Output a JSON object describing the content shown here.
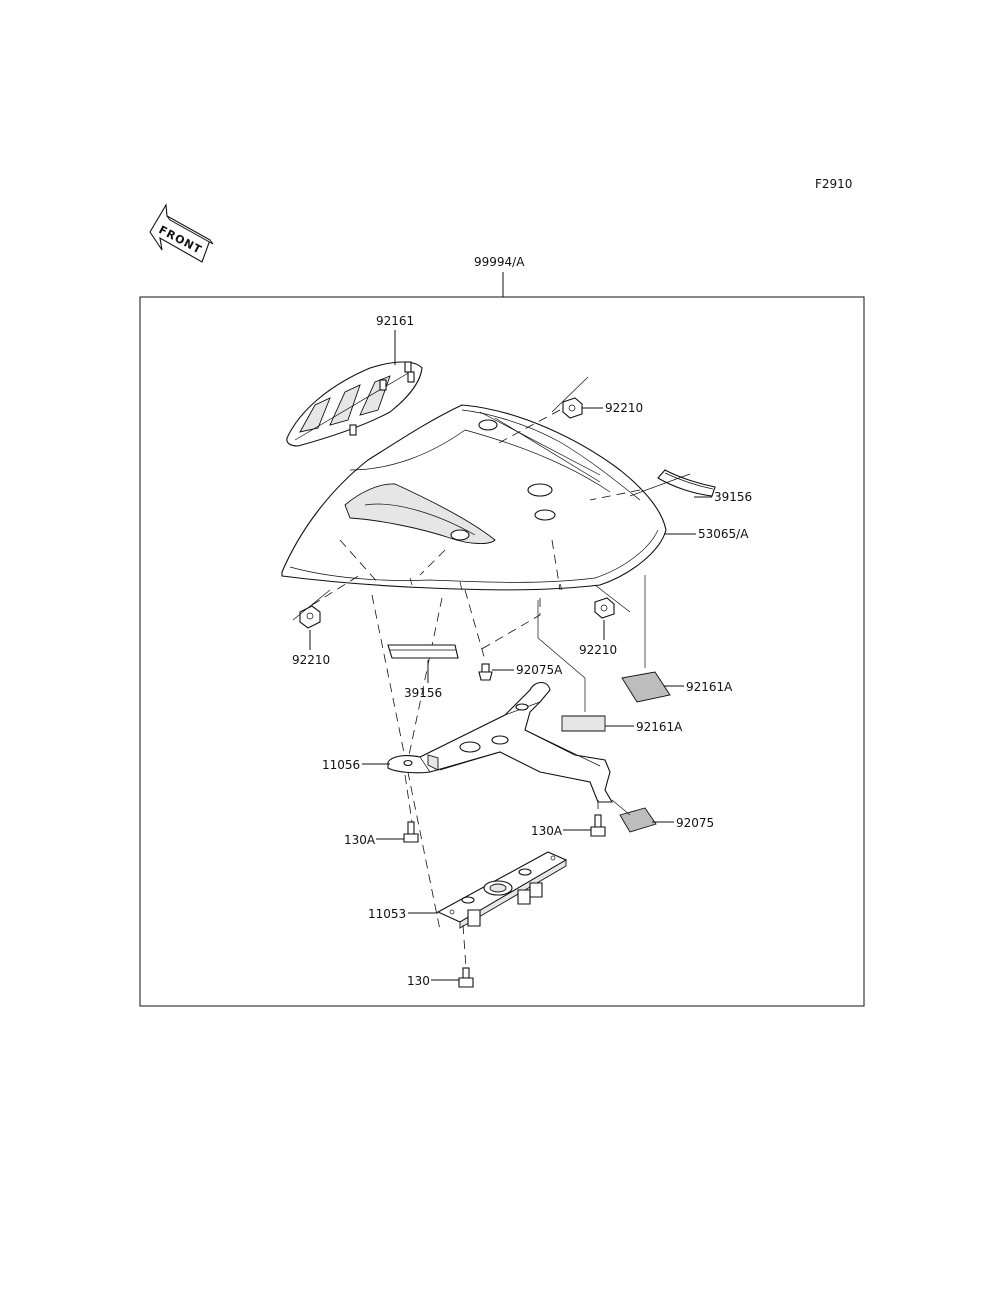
{
  "figure_code": "F2910",
  "front_label": "FRONT",
  "assembly_label": "99994/A",
  "callouts": {
    "c92161": "92161",
    "c92210_top": "92210",
    "c39156_right": "39156",
    "c53065A": "53065/A",
    "c92210_left": "92210",
    "c92210_right": "92210",
    "c39156_left": "39156",
    "c92075A": "92075A",
    "c92161A_right": "92161A",
    "c92161A_mid": "92161A",
    "c11056": "11056",
    "c92075": "92075",
    "c130A_left": "130A",
    "c130A_right": "130A",
    "c11053": "11053",
    "c130": "130"
  }
}
